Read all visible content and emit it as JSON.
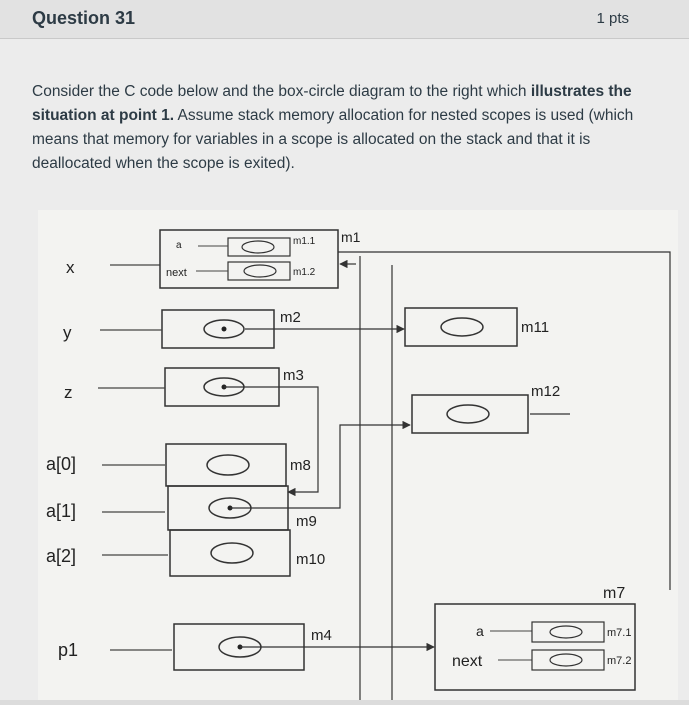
{
  "header": {
    "title": "Question 31",
    "points": "1 pts"
  },
  "question": {
    "text_before": "Consider the C code below and the box-circle diagram to the right which ",
    "text_bold": "illustrates the situation at point 1.",
    "text_after": " Assume stack memory allocation for nested scopes is used (which means that memory for variables in a scope is allocated on the stack and that it is deallocated when the scope is exited)."
  },
  "diagram": {
    "variables": [
      "x",
      "y",
      "z",
      "a[0]",
      "a[1]",
      "a[2]",
      "p1"
    ],
    "struct_fields": [
      "a",
      "next"
    ],
    "box_labels": [
      "m1",
      "m1.1",
      "m1.2",
      "m2",
      "m3",
      "m8",
      "m9",
      "m10",
      "m4",
      "m11",
      "m12",
      "m7",
      "m7.1",
      "m7.2"
    ]
  }
}
